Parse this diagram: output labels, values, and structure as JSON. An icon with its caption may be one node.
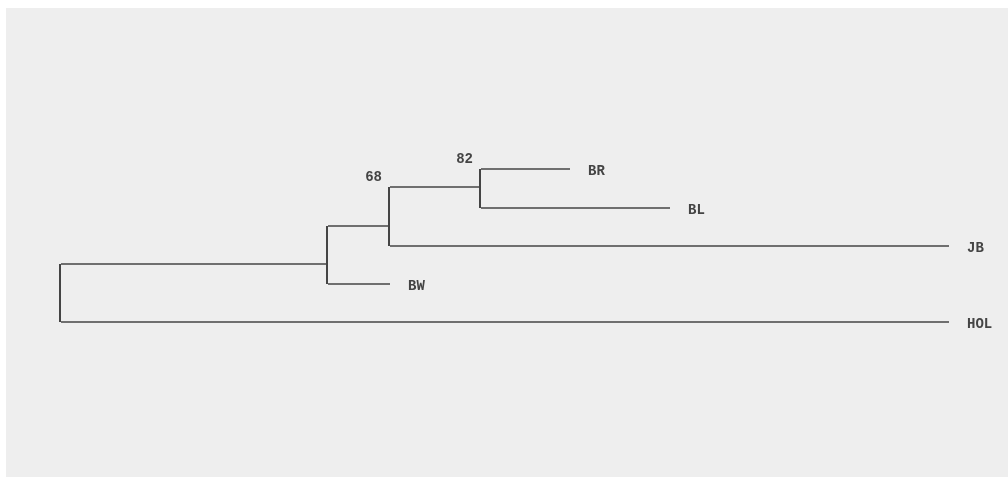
{
  "diagram": {
    "nodes": [
      {
        "text": [],
        "shape": "bar"
      },
      {
        "text": [],
        "shape": "bar"
      },
      {
        "text": [],
        "shape": "bar",
        "beside": [
          "68"
        ]
      },
      {
        "text": [],
        "shape": "bar",
        "beside": [
          "82"
        ]
      },
      {
        "text": [
          "BR"
        ]
      },
      {
        "text": [
          "BL"
        ]
      },
      {
        "text": [
          "JB"
        ]
      },
      {
        "text": [
          "BW"
        ]
      },
      {
        "text": [
          "HOL"
        ]
      }
    ],
    "edges": [
      {
        "from": 0,
        "to": 1,
        "arrow": "none"
      },
      {
        "from": 0,
        "to": 8,
        "arrow": "none"
      },
      {
        "from": 1,
        "to": 2,
        "arrow": "none"
      },
      {
        "from": 1,
        "to": 7,
        "arrow": "none"
      },
      {
        "from": 2,
        "to": 3,
        "arrow": "none"
      },
      {
        "from": 2,
        "to": 6,
        "arrow": "none"
      },
      {
        "from": 3,
        "to": 4,
        "arrow": "none"
      },
      {
        "from": 3,
        "to": 5,
        "arrow": "none"
      }
    ]
  }
}
